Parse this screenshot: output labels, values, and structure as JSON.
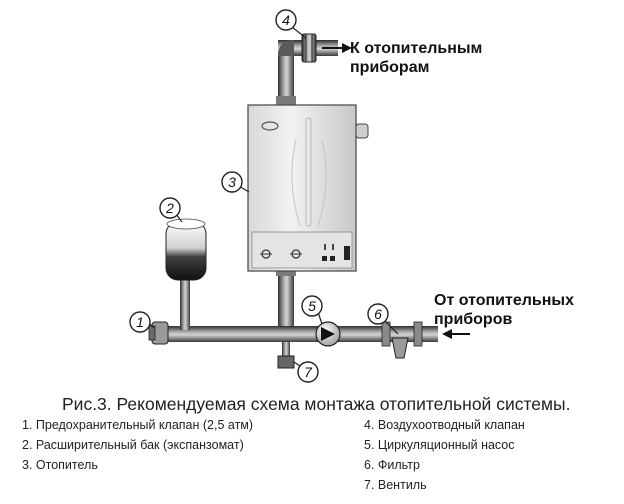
{
  "diagram": {
    "flow_labels": {
      "to_devices": "К отопительным\nприборам",
      "from_devices": "От отопительных\nприборов"
    },
    "markers": [
      "1",
      "2",
      "3",
      "4",
      "5",
      "6",
      "7"
    ],
    "caption": "Рис.3. Рекомендуемая схема монтажа отопительной системы.",
    "legend": [
      "1. Предохранительный клапан (2,5 атм)",
      "2. Расширительный бак (экспанзомат)",
      "3. Отопитель",
      "4. Воздухоотводный клапан",
      "5. Циркуляционный насос",
      "6. Фильтр",
      "7. Вентиль"
    ]
  }
}
